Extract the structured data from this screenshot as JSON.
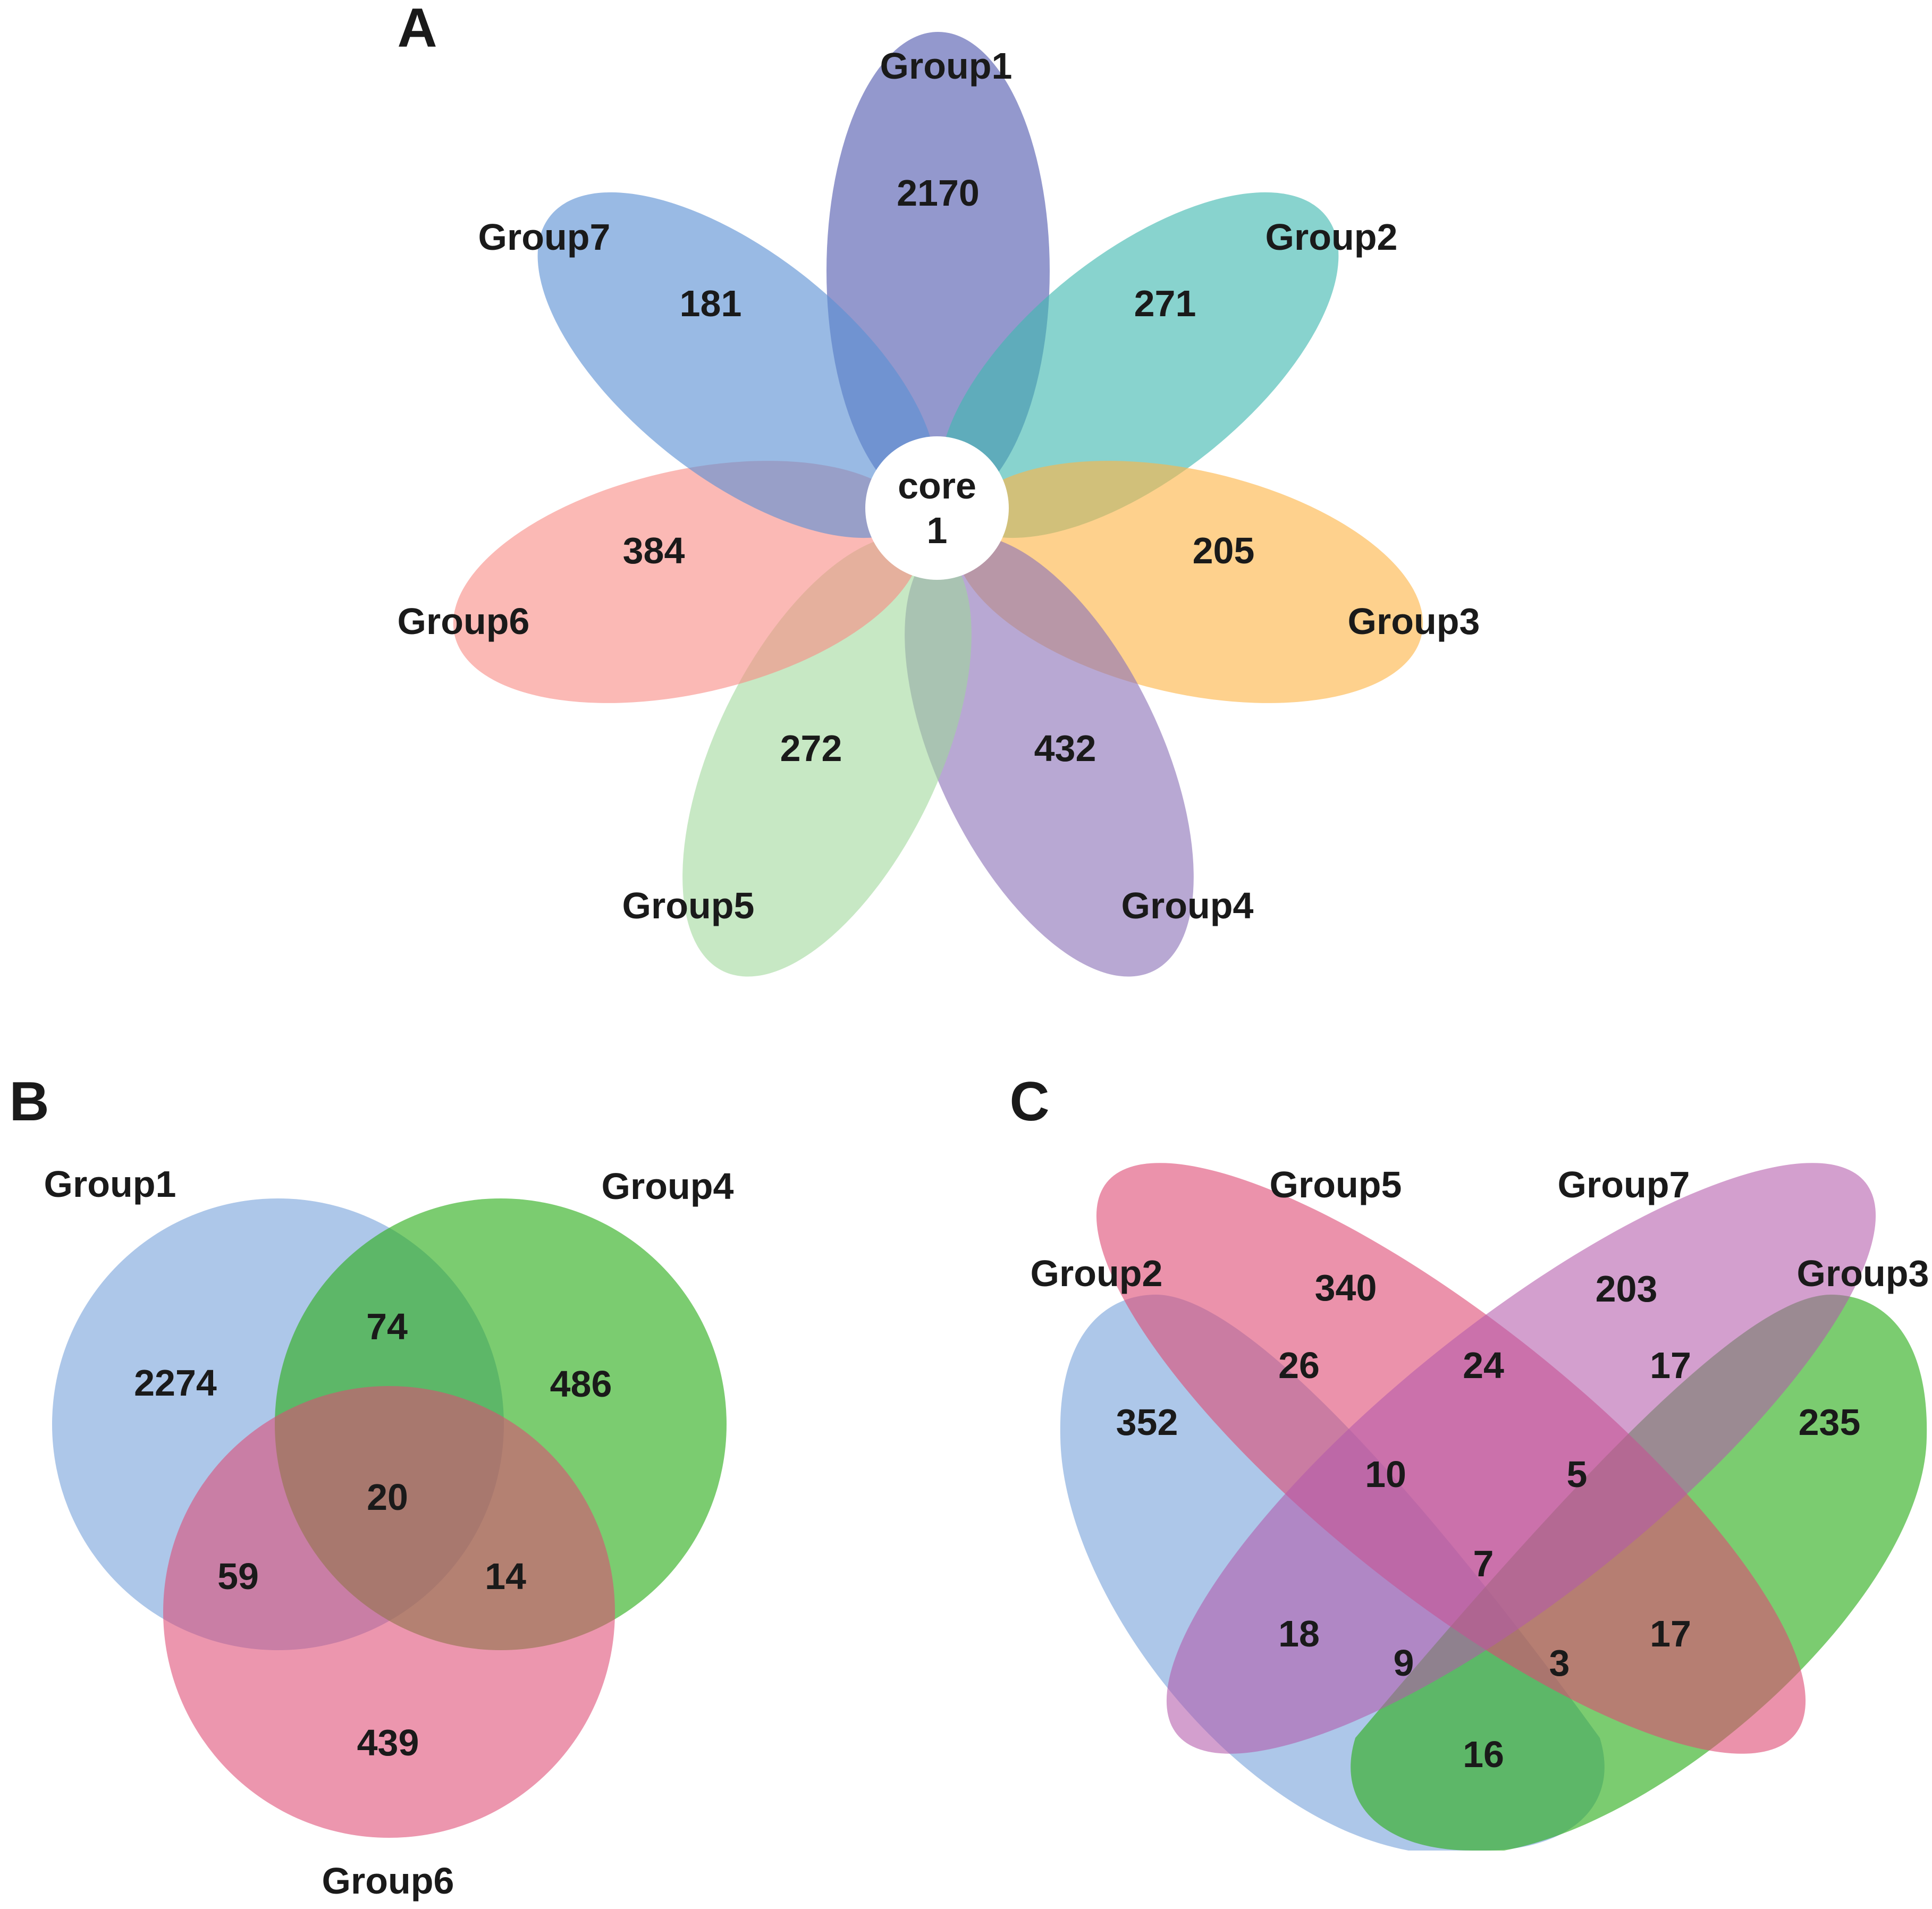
{
  "panels": {
    "a": {
      "letter": "A",
      "core": {
        "label": "core",
        "value": "1"
      },
      "groups": [
        {
          "name": "Group1",
          "unique": "2170",
          "color": "#5b63b3"
        },
        {
          "name": "Group2",
          "unique": "271",
          "color": "#3fb8b0"
        },
        {
          "name": "Group3",
          "unique": "205",
          "color": "#fdb447"
        },
        {
          "name": "Group4",
          "unique": "432",
          "color": "#8d73b8"
        },
        {
          "name": "Group5",
          "unique": "272",
          "color": "#9fd79a"
        },
        {
          "name": "Group6",
          "unique": "384",
          "color": "#f98a84"
        },
        {
          "name": "Group7",
          "unique": "181",
          "color": "#5b8fd3"
        }
      ]
    },
    "b": {
      "letter": "B",
      "sets": [
        {
          "name": "Group1",
          "color": "#5b8fd3"
        },
        {
          "name": "Group4",
          "color": "#2eae1c"
        },
        {
          "name": "Group6",
          "color": "#de4a73"
        }
      ],
      "regions": {
        "g1_only": "2274",
        "g4_only": "486",
        "g6_only": "439",
        "g1_g4": "74",
        "g1_g6": "59",
        "g4_g6": "14",
        "all": "20"
      }
    },
    "c": {
      "letter": "C",
      "sets": [
        {
          "name": "Group2",
          "color": "#5b8fd3"
        },
        {
          "name": "Group5",
          "color": "#de4a73"
        },
        {
          "name": "Group7",
          "color": "#b35aaa"
        },
        {
          "name": "Group3",
          "color": "#2eae1c"
        }
      ],
      "regions": {
        "g2_only": "352",
        "g5_only": "340",
        "g7_only": "203",
        "g3_only": "235",
        "g2_g5": "26",
        "g5_g7": "24",
        "g7_g3": "17",
        "g2_g5_g7": "10",
        "g5_g7_g3": "5",
        "all": "7",
        "g2_g7": "18",
        "g5_g3": "17",
        "g2_g7_g3": "9",
        "g2_g5_g3": "3",
        "g2_g3": "16"
      }
    }
  }
}
